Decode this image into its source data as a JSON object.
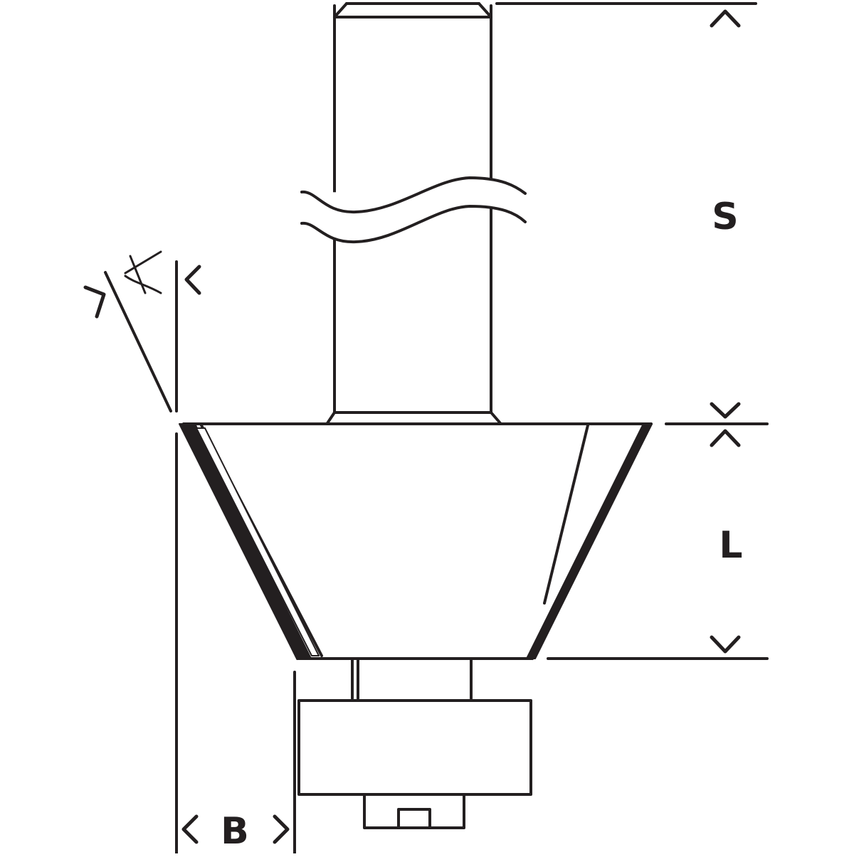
{
  "labels": {
    "shank_length": "S",
    "cutting_length": "L",
    "width": "B"
  },
  "colors": {
    "ink": "#231f20",
    "background": "#ffffff"
  }
}
